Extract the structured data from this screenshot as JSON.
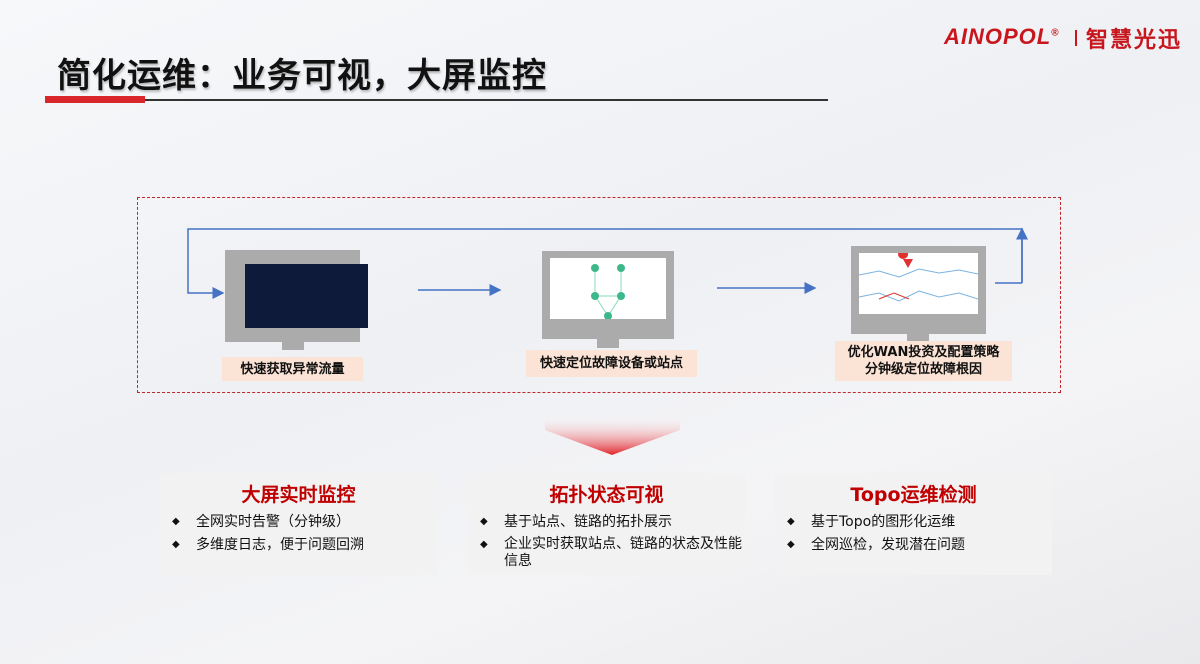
{
  "header": {
    "title": "简化运维：业务可视，大屏监控",
    "logo_text": "AINOPOL",
    "logo_mark": "®",
    "logo_cn": "智慧光迅"
  },
  "flow": {
    "steps": [
      {
        "label_lines": [
          "快速获取异常流量"
        ]
      },
      {
        "label_lines": [
          "快速定位故障设备或站点"
        ]
      },
      {
        "label_lines": [
          "优化WAN投资及配置策略",
          "分钟级定位故障根因"
        ]
      }
    ]
  },
  "cards": [
    {
      "title": "大屏实时监控",
      "items": [
        "全网实时告警（分钟级）",
        "多维度日志，便于问题回溯"
      ]
    },
    {
      "title": "拓扑状态可视",
      "items": [
        "基于站点、链路的拓扑展示",
        "企业实时获取站点、链路的状态及性能信息"
      ]
    },
    {
      "title": "Topo运维检测",
      "items": [
        "基于Topo的图形化运维",
        "全网巡检，发现潜在问题"
      ]
    }
  ],
  "colors": {
    "accent": "#c00000",
    "flow_line": "#4472c4",
    "label_bg": "#fbe3d6"
  }
}
